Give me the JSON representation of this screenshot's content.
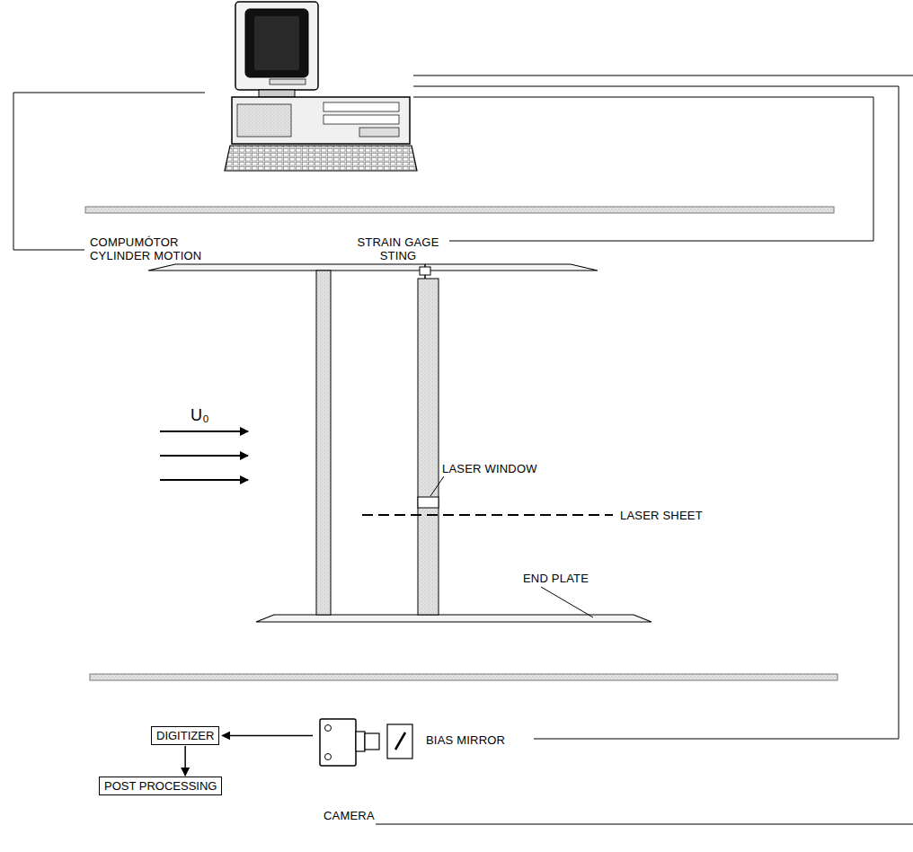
{
  "diagram": {
    "nodes": [
      {
        "text": [
          "DIGITIZER"
        ]
      },
      {
        "text": [
          "POST PROCESSING"
        ]
      }
    ],
    "edges": [
      {
        "from": 0,
        "to": 1,
        "arrow": "to"
      }
    ],
    "labels": [
      "COMPUMÓTOR CYLINDER MOTION",
      "STRAIN GAGE STING",
      "U₀",
      "LASER WINDOW",
      "LASER SHEET",
      "END PLATE",
      "BIAS MIRROR",
      "CAMERA"
    ]
  }
}
